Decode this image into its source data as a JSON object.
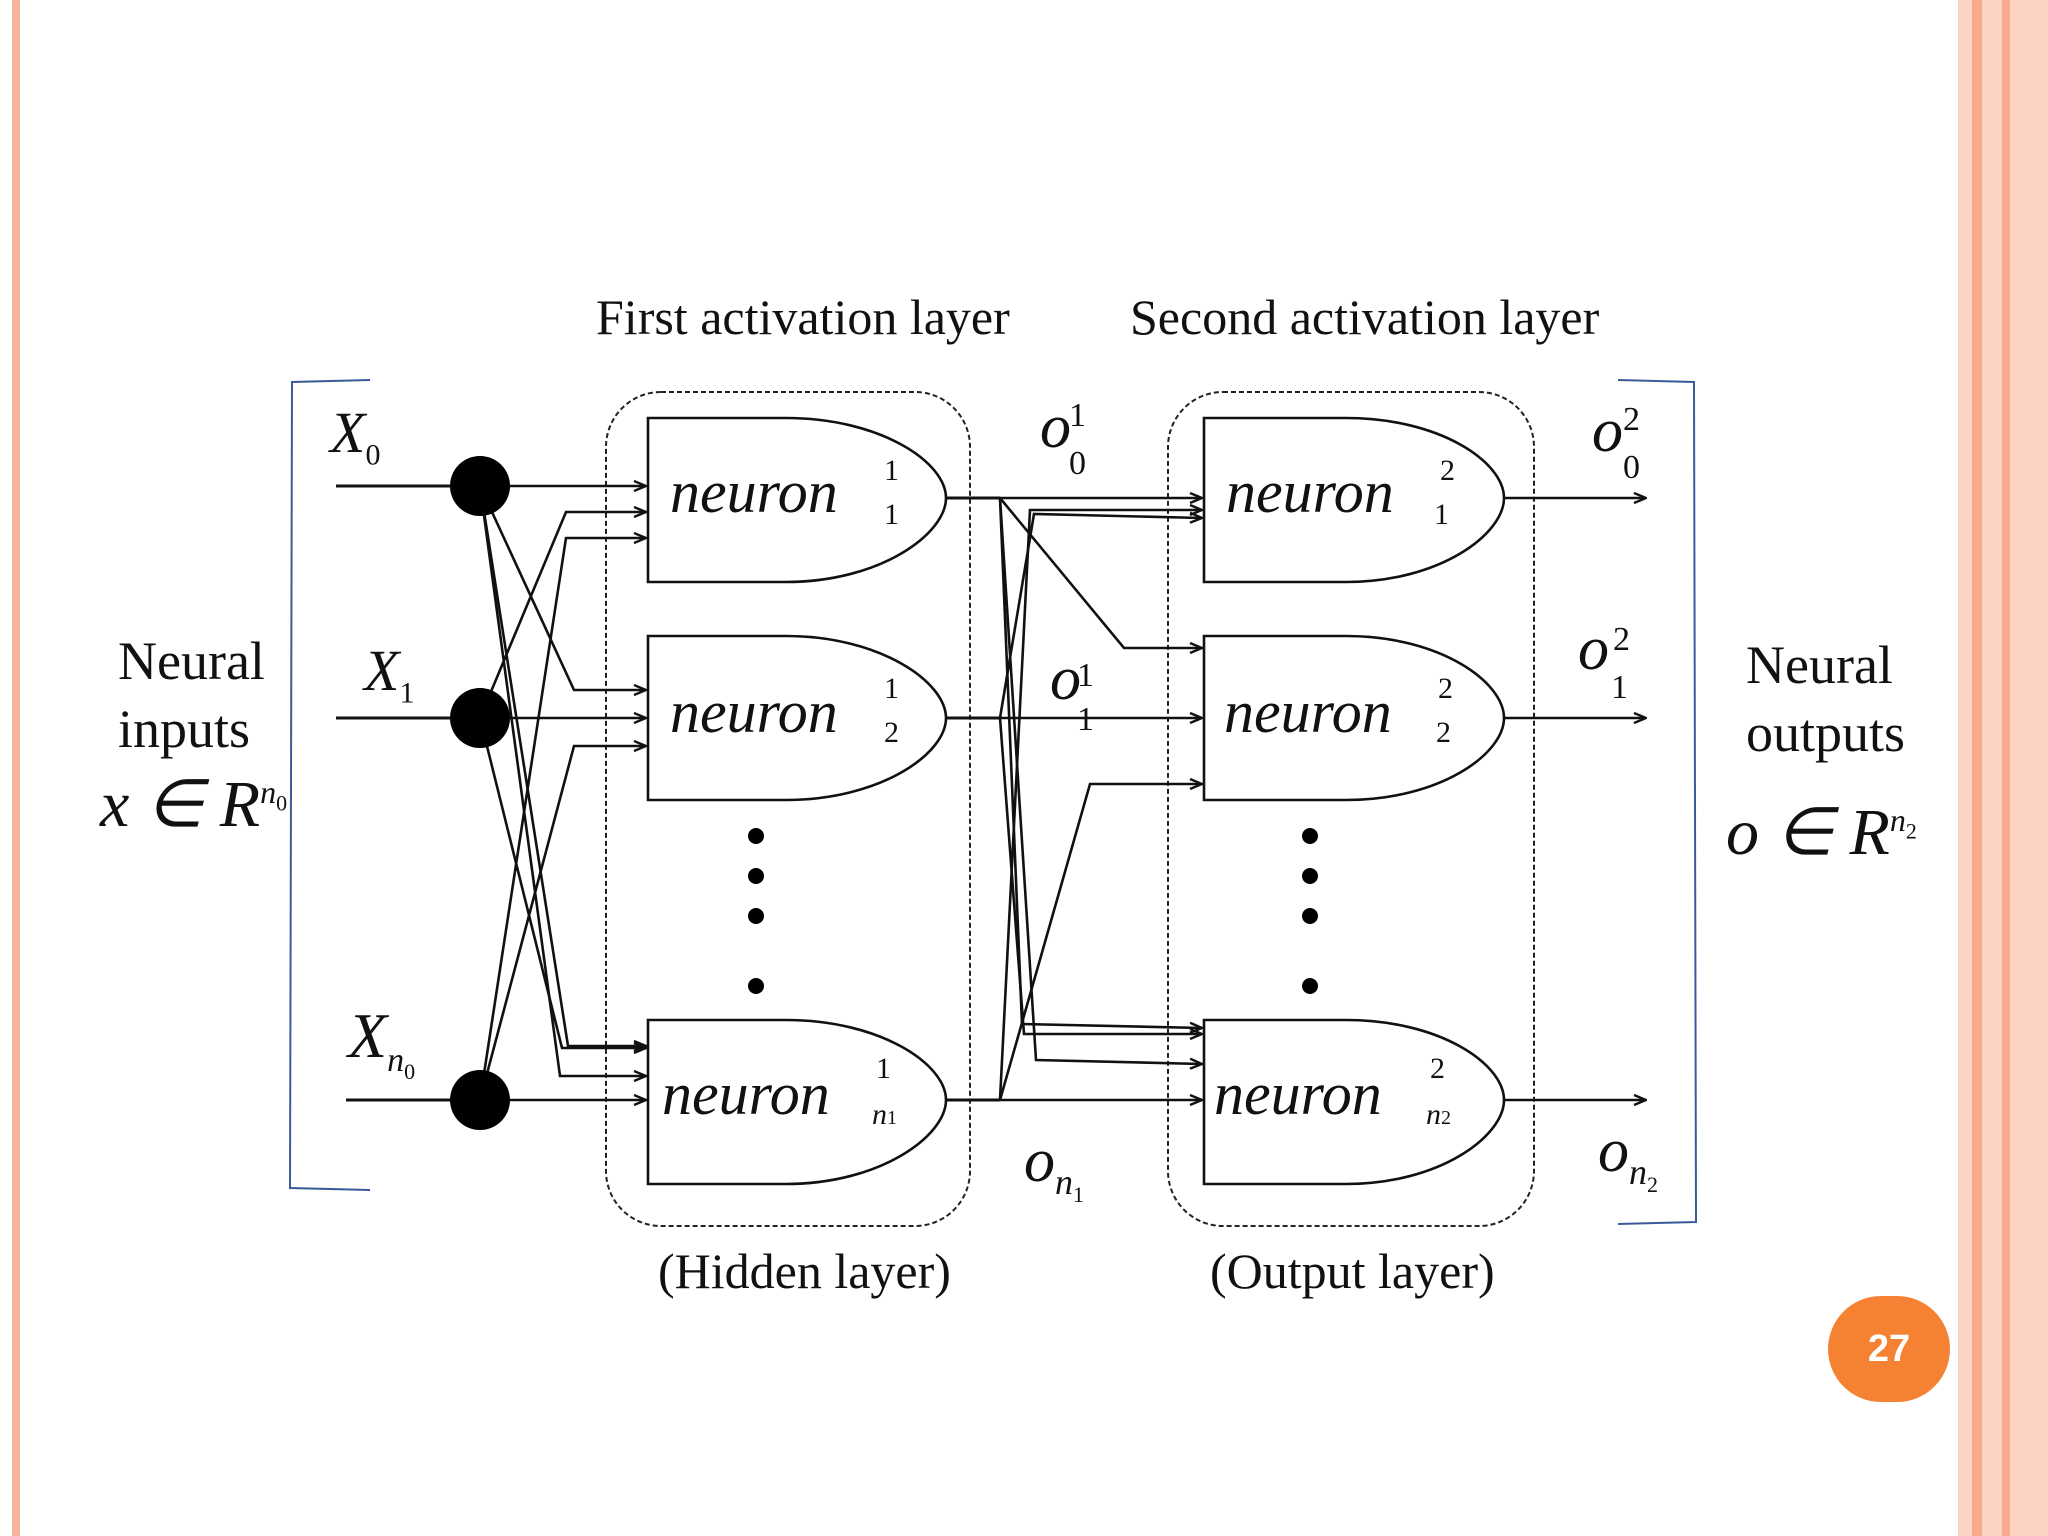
{
  "diagram": {
    "top_labels": {
      "first_layer": "First activation layer",
      "second_layer": "Second activation layer"
    },
    "bottom_labels": {
      "hidden": "(Hidden layer)",
      "output": "(Output layer)"
    },
    "left_text": {
      "line1": "Neural",
      "line2": "inputs",
      "math_base": "x ∈ R",
      "math_sup_base": "n",
      "math_sup_sub": "0"
    },
    "right_text": {
      "line1": "Neural",
      "line2": "outputs",
      "math_base": "o ∈ R",
      "math_sup_base": "n",
      "math_sup_sub": "2"
    },
    "inputs": [
      {
        "base": "X",
        "sub": "0"
      },
      {
        "base": "X",
        "sub": "1"
      },
      {
        "base": "X",
        "sub": "n",
        "subsub": "0"
      }
    ],
    "neuron_word": "neuron",
    "hidden_neurons": [
      {
        "sup": "1",
        "sub": "1"
      },
      {
        "sup": "1",
        "sub": "2"
      },
      {
        "sup": "1",
        "sub": "n",
        "subsub": "1"
      }
    ],
    "output_neurons": [
      {
        "sup": "2",
        "sub": "1"
      },
      {
        "sup": "2",
        "sub": "2"
      },
      {
        "sup": "2",
        "sub": "n",
        "subsub": "2"
      }
    ],
    "hidden_outputs": [
      {
        "base": "o",
        "sup": "1",
        "sub": "0"
      },
      {
        "base": "o",
        "sup": "1",
        "sub": "1"
      },
      {
        "base": "o",
        "sub": "n",
        "subsub": "1"
      }
    ],
    "final_outputs": [
      {
        "base": "o",
        "sup": "2",
        "sub": "0"
      },
      {
        "base": "o",
        "sup": "2",
        "sub": "1"
      },
      {
        "base": "o",
        "sub": "n",
        "subsub": "2"
      }
    ]
  },
  "slide": {
    "page_number": "27"
  },
  "colors": {
    "stripe_light": "#fbd3c3",
    "stripe_mid": "#f7a98c",
    "badge": "#f58233",
    "bracket": "#3a5a9a"
  }
}
